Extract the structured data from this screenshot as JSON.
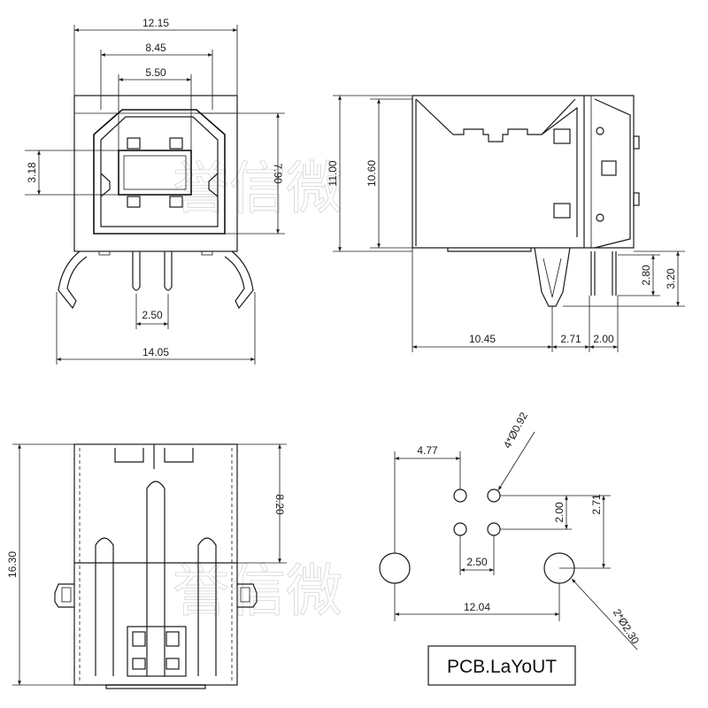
{
  "front_view": {
    "dims": {
      "overall_width": "12.15",
      "width_8_45": "8.45",
      "width_5_50": "5.50",
      "height_3_18": "3.18",
      "height_7_90": "7.90",
      "pin_pitch": "2.50",
      "base_width": "14.05"
    }
  },
  "side_view": {
    "dims": {
      "height_11_00": "11.00",
      "height_10_60": "10.60",
      "length_10_45": "10.45",
      "offset_2_71": "2.71",
      "offset_2_00": "2.00",
      "pin_2_80": "2.80",
      "pin_3_20": "3.20"
    }
  },
  "top_view": {
    "dims": {
      "depth_16_30": "16.30",
      "depth_8_20": "8.20"
    }
  },
  "pcb_layout": {
    "label": "PCB.LaYoUT",
    "dims": {
      "offset_4_77": "4.77",
      "hole_small": "4*Ø0.92",
      "row_2_00": "2.00",
      "row_2_71": "2.71",
      "col_2_50": "2.50",
      "span_12_04": "12.04",
      "hole_large": "2*Ø2.30"
    }
  },
  "watermark": {
    "top": "誉信微",
    "bottom": "誉信微"
  }
}
